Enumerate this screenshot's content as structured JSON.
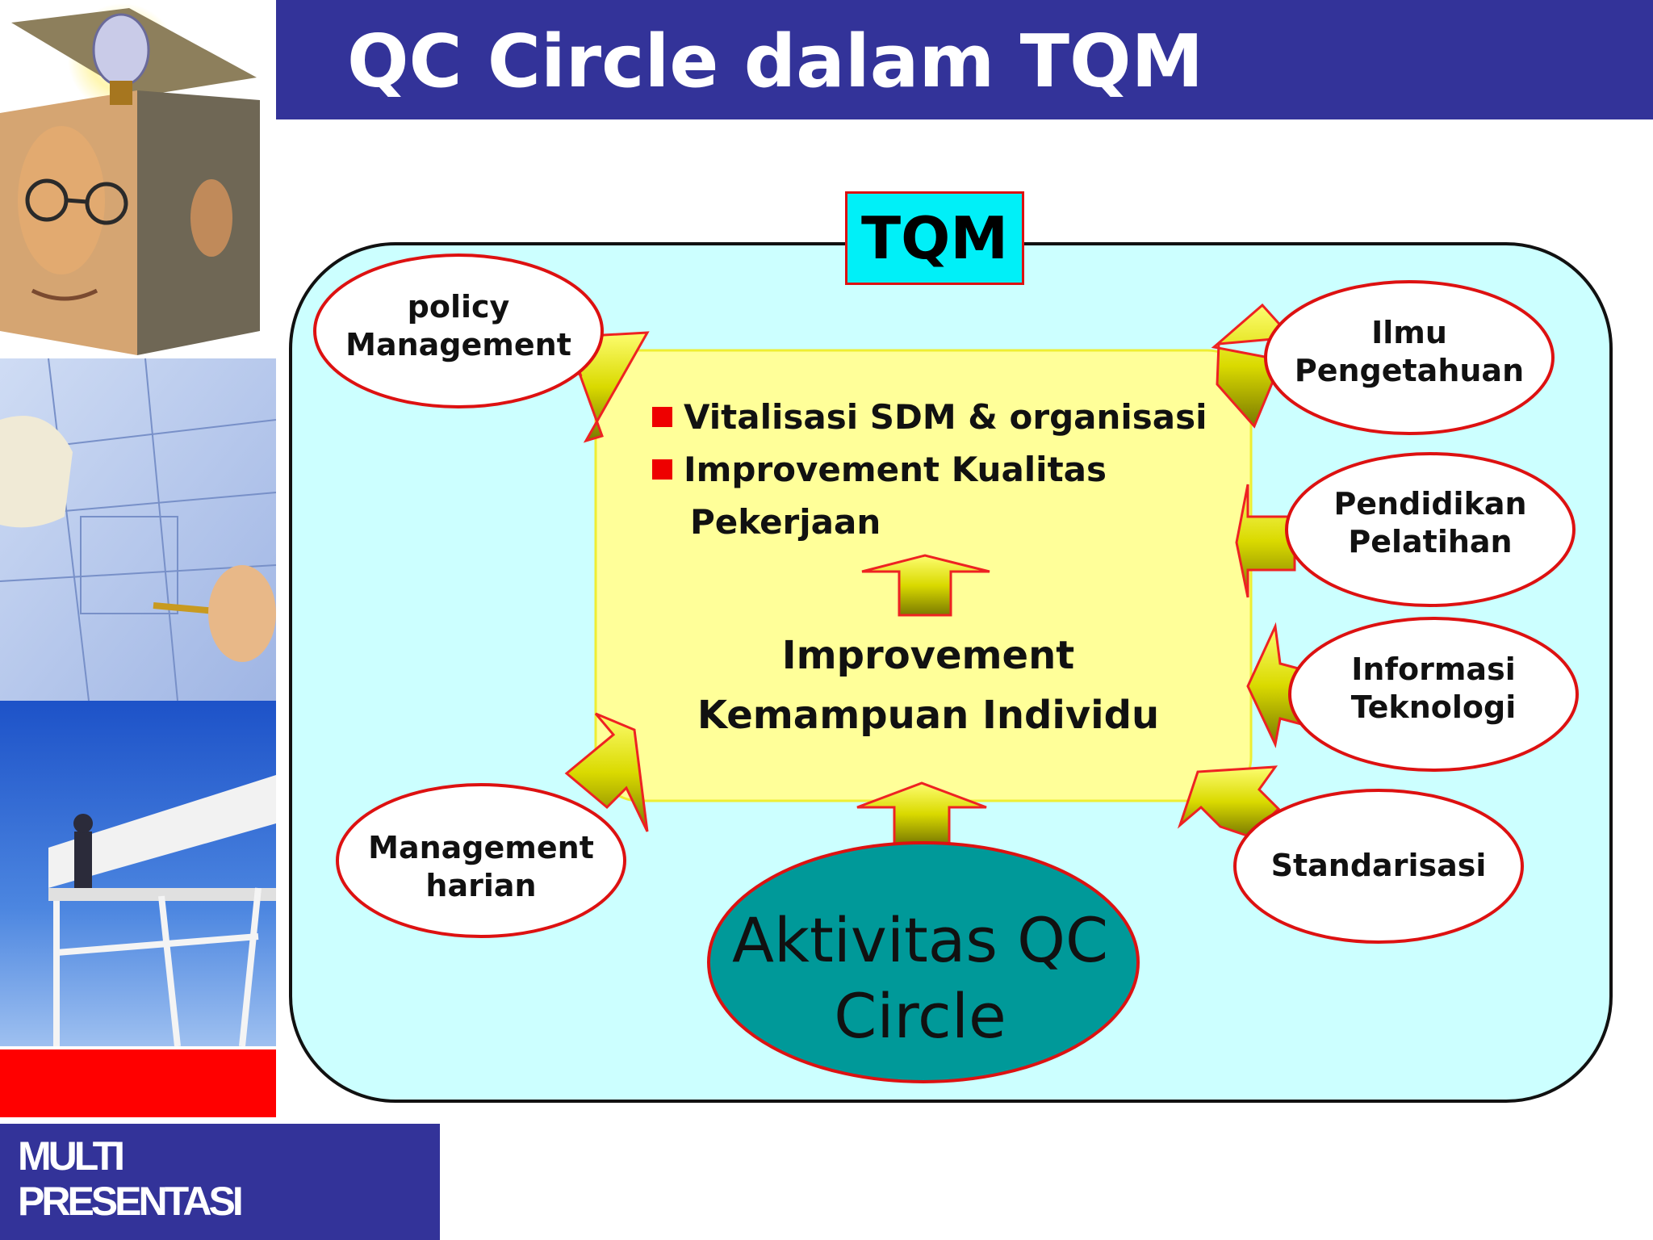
{
  "title": "QC Circle dalam TQM",
  "brand": {
    "line1": "MULTI",
    "line2": "PRESENTASI"
  },
  "tqm_label": "TQM",
  "center": {
    "bullets": [
      "Vitalisasi SDM & organisasi",
      "Improvement Kualitas",
      "Pekerjaan"
    ],
    "label_line1": "Improvement",
    "label_line2": "Kemampuan Individu"
  },
  "qc_circle": {
    "line1": "Aktivitas QC",
    "line2": "Circle"
  },
  "inputs": {
    "policy": {
      "line1": "policy",
      "line2": "Management"
    },
    "harian": {
      "line1": "Management",
      "line2": "harian"
    },
    "ilmu": {
      "line1": "Ilmu",
      "line2": "Pengetahuan"
    },
    "pendidikan": {
      "line1": "Pendidikan",
      "line2": "Pelatihan"
    },
    "informasi": {
      "line1": "Informasi",
      "line2": "Teknologi"
    },
    "standarisasi": {
      "line1": "Standarisasi"
    }
  },
  "colors": {
    "title_bar": "#333399",
    "outer_panel": "#ccffff",
    "center_panel": "#ffff99",
    "tqm_box": "#00f0f8",
    "ellipse_border": "#dd1111",
    "qc_circle_fill": "#009999",
    "accent_red": "#ee0000",
    "arrow_yellow": "#e6e600"
  },
  "icons": [
    "lightbulb-box-head-icon",
    "blueprint-photo",
    "lifeguard-tower-photo"
  ]
}
